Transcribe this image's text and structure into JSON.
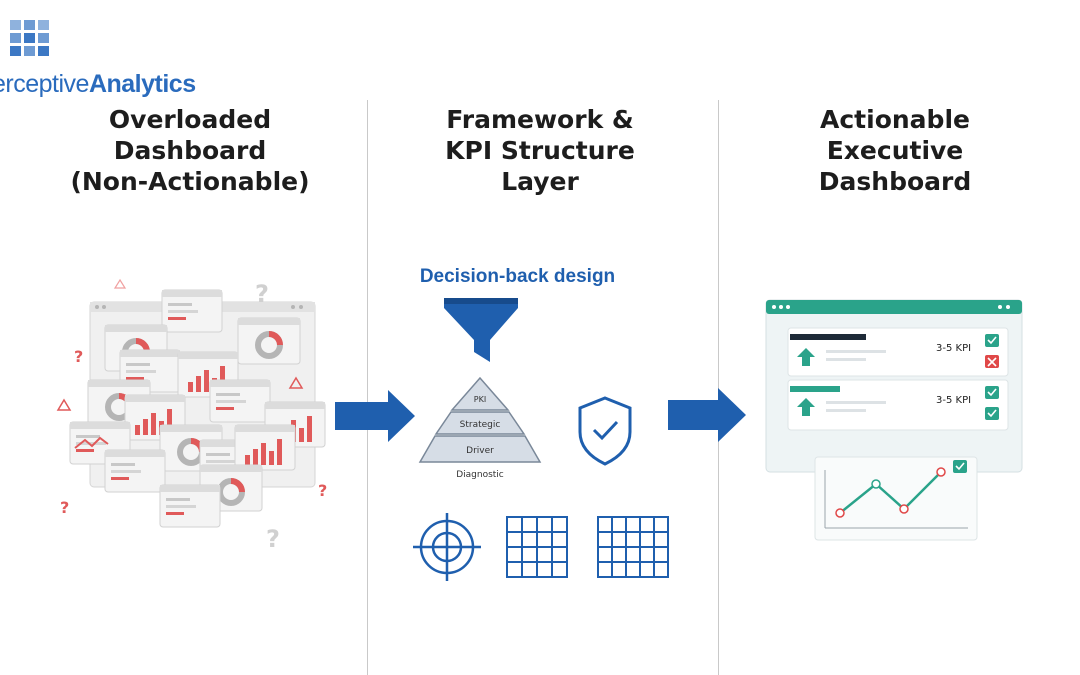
{
  "logo": {
    "text_light": "erceptive",
    "text_bold": "Analytics",
    "color": "#2a6bbd"
  },
  "columns": [
    {
      "title_lines": [
        "Overloaded",
        "Dashboard",
        "(Non-Actionable)"
      ]
    },
    {
      "title_lines": [
        "Framework &",
        "KPI Structure",
        "Layer"
      ]
    },
    {
      "title_lines": [
        "Actionable",
        "Executive",
        "Dashboard"
      ]
    }
  ],
  "framework": {
    "heading": "Decision-back design",
    "pyramid_levels": [
      "PKI",
      "Strategic",
      "Driver",
      "Diagnostic"
    ],
    "icons": [
      "funnel-icon",
      "pyramid-icon",
      "shield-check-icon",
      "target-icon",
      "grid-icon",
      "grid-icon"
    ]
  },
  "executive": {
    "kpi_cards": [
      {
        "label": "3-5 KPI",
        "trend": "up",
        "checks": [
          "ok",
          "fail"
        ]
      },
      {
        "label": "3-5 KPI",
        "trend": "up",
        "checks": [
          "ok",
          "ok"
        ]
      }
    ],
    "trend_chart": {
      "status": "ok"
    }
  },
  "colors": {
    "accent_blue": "#1f5fae",
    "teal": "#2aa38a",
    "red": "#e04848",
    "grey": "#d9d9d9"
  }
}
